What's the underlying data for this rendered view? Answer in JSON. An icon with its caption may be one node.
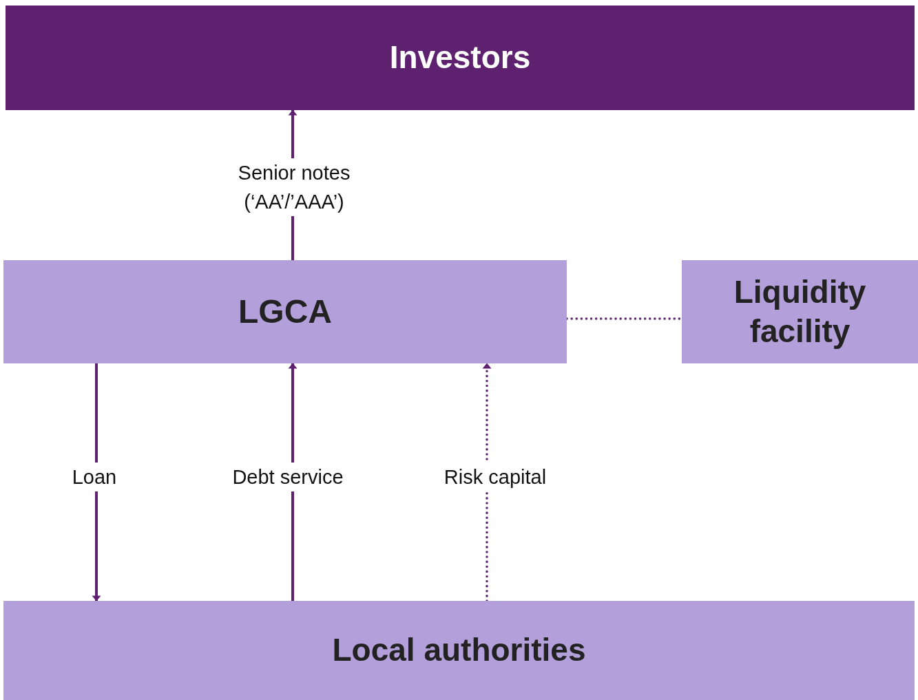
{
  "diagram": {
    "nodes": [
      {
        "text": [
          "Investors"
        ]
      },
      {
        "text": [
          "LGCA"
        ]
      },
      {
        "text": [
          "Liquidity facility"
        ]
      },
      {
        "text": [
          "Local authorities"
        ]
      }
    ],
    "edges": [
      {
        "from": 1,
        "to": 0,
        "arrow": "to",
        "label": "Senior notes (‘AA’/’AAA’)"
      },
      {
        "from": 1,
        "to": 3,
        "arrow": "to",
        "label": "Loan"
      },
      {
        "from": 3,
        "to": 1,
        "arrow": "to",
        "label": "Debt service"
      },
      {
        "from": 3,
        "to": 1,
        "arrow": "to",
        "label": "Risk capital",
        "style": "dashed"
      },
      {
        "from": 1,
        "to": 2,
        "arrow": "none",
        "style": "dashed"
      }
    ]
  }
}
